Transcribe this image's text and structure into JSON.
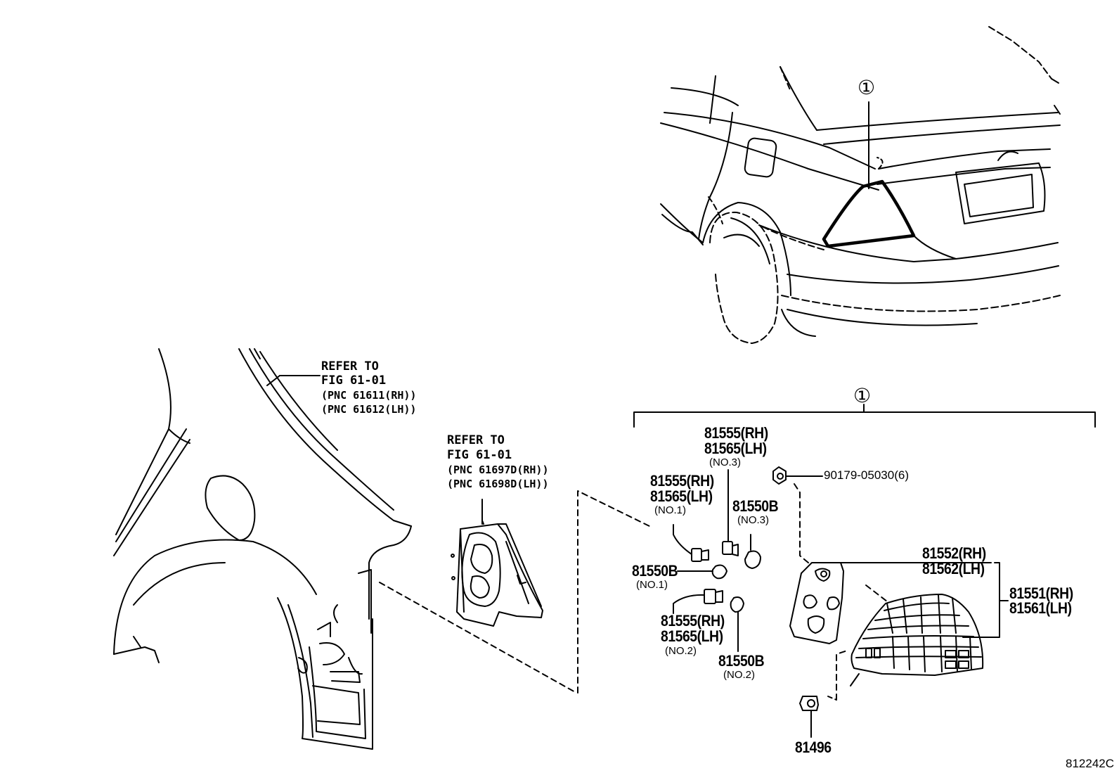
{
  "callout_symbol": "①",
  "refer_quarter": {
    "line1": "REFER TO",
    "line2": "FIG 61-01",
    "line3": "(PNC 61611(RH))",
    "line4": "(PNC 61612(LH))"
  },
  "refer_panel": {
    "line1": "REFER TO",
    "line2": "FIG 61-01",
    "line3": "(PNC 61697D(RH))",
    "line4": "(PNC 61698D(LH))"
  },
  "parts": {
    "socket_no3_rh": "81555(RH)",
    "socket_no3_lh": "81565(LH)",
    "socket_no3_note": "(NO.3)",
    "socket_no1_rh": "81555(RH)",
    "socket_no1_lh": "81565(LH)",
    "socket_no1_note": "(NO.1)",
    "bulb_no3": "81550B",
    "bulb_no3_note": "(NO.3)",
    "bulb_no1": "81550B",
    "bulb_no1_note": "(NO.1)",
    "socket_no2_rh": "81555(RH)",
    "socket_no2_lh": "81565(LH)",
    "socket_no2_note": "(NO.2)",
    "bulb_no2": "81550B",
    "bulb_no2_note": "(NO.2)",
    "nut": "90179-05030(6)",
    "gasket_rh": "81552(RH)",
    "gasket_lh": "81562(LH)",
    "lamp_rh": "81551(RH)",
    "lamp_lh": "81561(LH)",
    "screw": "81496"
  },
  "figure_code": "812242C"
}
